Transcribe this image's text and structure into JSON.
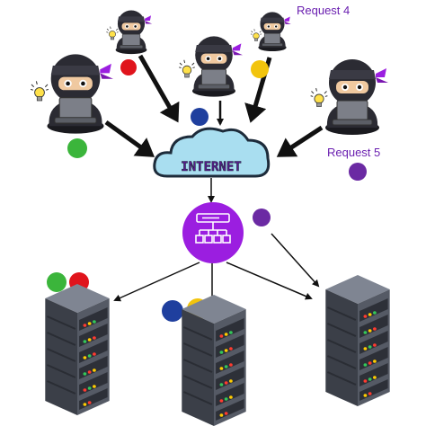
{
  "labels": {
    "request4": "Request 4",
    "request5": "Request 5",
    "internet": "INTERNET"
  },
  "colors": {
    "request_red": "#e0141c",
    "request_green": "#3bb53b",
    "request_blue": "#1f3f9e",
    "request_yellow": "#f2c40c",
    "request_purple": "#6b2aa3",
    "load_balancer": "#9b1ee0",
    "cloud": "#a9def0",
    "server_body": "#4a4f5a"
  },
  "icons": {
    "client": "ninja-laptop-icon",
    "bulb": "lightbulb-icon",
    "cloud": "cloud-icon",
    "load_balancer": "network-hub-icon",
    "server": "server-rack-icon"
  }
}
